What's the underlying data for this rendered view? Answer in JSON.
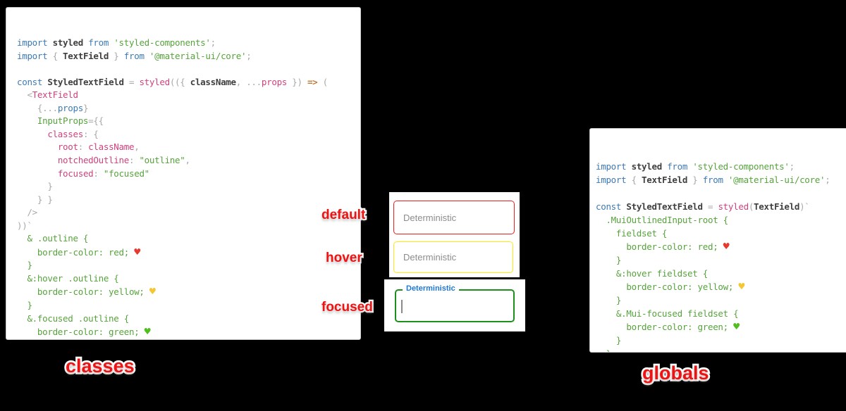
{
  "palette": {
    "kw": "#3d7ab5",
    "id": "#3f3f3f",
    "str": "#56a33c",
    "pun": "#a8a8a8",
    "prop": "#d0427d",
    "grn": "#56a33c",
    "arr": "#bf7a35",
    "blu": "#3d7ab5",
    "hr_red": "#e8392e",
    "hr_yel": "#f4c630",
    "hr_grn": "#4fbe1e",
    "label_red": "#ee1212",
    "field_red": "#f01b1b",
    "field_yellow": "#ffe912",
    "field_green": "#1d8f1d",
    "focus_blue": "#1c79d8",
    "placeholder_gray": "#8c8c8c"
  },
  "labels": {
    "default": "default",
    "hover": "hover",
    "focused": "focused",
    "classes": "classes",
    "globals": "globals"
  },
  "textfields": {
    "default": {
      "placeholder": "Deterministic"
    },
    "hover": {
      "placeholder": "Deterministic"
    },
    "focused": {
      "label": "Deterministic",
      "value": ""
    }
  },
  "code_classes": {
    "caption": "classes",
    "lines": [
      [
        [
          "kw",
          "import"
        ],
        [
          "pl",
          " "
        ],
        [
          "id",
          "styled"
        ],
        [
          "pl",
          " "
        ],
        [
          "kw",
          "from"
        ],
        [
          "pl",
          " "
        ],
        [
          "str",
          "'styled-components'"
        ],
        [
          "pun",
          ";"
        ]
      ],
      [
        [
          "kw",
          "import"
        ],
        [
          "pun",
          " { "
        ],
        [
          "id",
          "TextField"
        ],
        [
          "pun",
          " } "
        ],
        [
          "kw",
          "from"
        ],
        [
          "pl",
          " "
        ],
        [
          "str",
          "'@material-ui/core'"
        ],
        [
          "pun",
          ";"
        ]
      ],
      [],
      [
        [
          "kw",
          "const"
        ],
        [
          "pl",
          " "
        ],
        [
          "id",
          "StyledTextField"
        ],
        [
          "pun",
          " = "
        ],
        [
          "prop",
          "styled"
        ],
        [
          "pun",
          "(({ "
        ],
        [
          "id",
          "className"
        ],
        [
          "pun",
          ", ..."
        ],
        [
          "prop",
          "props"
        ],
        [
          "pun",
          " }) "
        ],
        [
          "arr",
          "=>"
        ],
        [
          "pun",
          " ("
        ]
      ],
      [
        [
          "pl",
          "  "
        ],
        [
          "pun",
          "<"
        ],
        [
          "prop",
          "TextField"
        ]
      ],
      [
        [
          "pl",
          "    "
        ],
        [
          "pun",
          "{..."
        ],
        [
          "blu",
          "props"
        ],
        [
          "pun",
          "}"
        ]
      ],
      [
        [
          "pl",
          "    "
        ],
        [
          "grn",
          "InputProps"
        ],
        [
          "pun",
          "={{"
        ]
      ],
      [
        [
          "pl",
          "      "
        ],
        [
          "prop",
          "classes"
        ],
        [
          "pun",
          ": {"
        ]
      ],
      [
        [
          "pl",
          "        "
        ],
        [
          "prop",
          "root"
        ],
        [
          "pun",
          ": "
        ],
        [
          "prop",
          "className"
        ],
        [
          "pun",
          ","
        ]
      ],
      [
        [
          "pl",
          "        "
        ],
        [
          "prop",
          "notchedOutline"
        ],
        [
          "pun",
          ": "
        ],
        [
          "str",
          "\"outline\""
        ],
        [
          "pun",
          ","
        ]
      ],
      [
        [
          "pl",
          "        "
        ],
        [
          "prop",
          "focused"
        ],
        [
          "pun",
          ": "
        ],
        [
          "str",
          "\"focused\""
        ]
      ],
      [
        [
          "pun",
          "      }"
        ]
      ],
      [
        [
          "pun",
          "    } }"
        ]
      ],
      [
        [
          "pun",
          "  />"
        ]
      ],
      [
        [
          "pun",
          "))`"
        ]
      ],
      [
        [
          "grn",
          "  & .outline {"
        ]
      ],
      [
        [
          "grn",
          "    border-color: red; "
        ],
        [
          "hrr",
          "♥"
        ]
      ],
      [
        [
          "grn",
          "  }"
        ]
      ],
      [
        [
          "grn",
          "  &:hover .outline {"
        ]
      ],
      [
        [
          "grn",
          "    border-color: yellow; "
        ],
        [
          "hry",
          "♥"
        ]
      ],
      [
        [
          "grn",
          "  }"
        ]
      ],
      [
        [
          "grn",
          "  &.focused .outline {"
        ]
      ],
      [
        [
          "grn",
          "    border-color: green; "
        ],
        [
          "hrg",
          "♥"
        ]
      ],
      [
        [
          "grn",
          "  }"
        ]
      ],
      [
        [
          "pun",
          "`;"
        ]
      ]
    ]
  },
  "code_globals": {
    "caption": "globals",
    "lines": [
      [
        [
          "kw",
          "import"
        ],
        [
          "pl",
          " "
        ],
        [
          "id",
          "styled"
        ],
        [
          "pl",
          " "
        ],
        [
          "kw",
          "from"
        ],
        [
          "pl",
          " "
        ],
        [
          "str",
          "'styled-components'"
        ],
        [
          "pun",
          ";"
        ]
      ],
      [
        [
          "kw",
          "import"
        ],
        [
          "pun",
          " { "
        ],
        [
          "id",
          "TextField"
        ],
        [
          "pun",
          " } "
        ],
        [
          "kw",
          "from"
        ],
        [
          "pl",
          " "
        ],
        [
          "str",
          "'@material-ui/core'"
        ],
        [
          "pun",
          ";"
        ]
      ],
      [],
      [
        [
          "kw",
          "const"
        ],
        [
          "pl",
          " "
        ],
        [
          "id",
          "StyledTextField"
        ],
        [
          "pun",
          " = "
        ],
        [
          "prop",
          "styled"
        ],
        [
          "pun",
          "("
        ],
        [
          "id",
          "TextField"
        ],
        [
          "pun",
          ")`"
        ]
      ],
      [
        [
          "grn",
          "  .MuiOutlinedInput-root {"
        ]
      ],
      [
        [
          "grn",
          "    fieldset {"
        ]
      ],
      [
        [
          "grn",
          "      border-color: red; "
        ],
        [
          "hrr",
          "♥"
        ]
      ],
      [
        [
          "grn",
          "    }"
        ]
      ],
      [
        [
          "grn",
          "    &:hover fieldset {"
        ]
      ],
      [
        [
          "grn",
          "      border-color: yellow; "
        ],
        [
          "hry",
          "♥"
        ]
      ],
      [
        [
          "grn",
          "    }"
        ]
      ],
      [
        [
          "grn",
          "    &.Mui-focused fieldset {"
        ]
      ],
      [
        [
          "grn",
          "      border-color: green; "
        ],
        [
          "hrg",
          "♥"
        ]
      ],
      [
        [
          "grn",
          "    }"
        ]
      ],
      [
        [
          "grn",
          "  }"
        ]
      ],
      [
        [
          "pun",
          "`;"
        ]
      ]
    ]
  }
}
